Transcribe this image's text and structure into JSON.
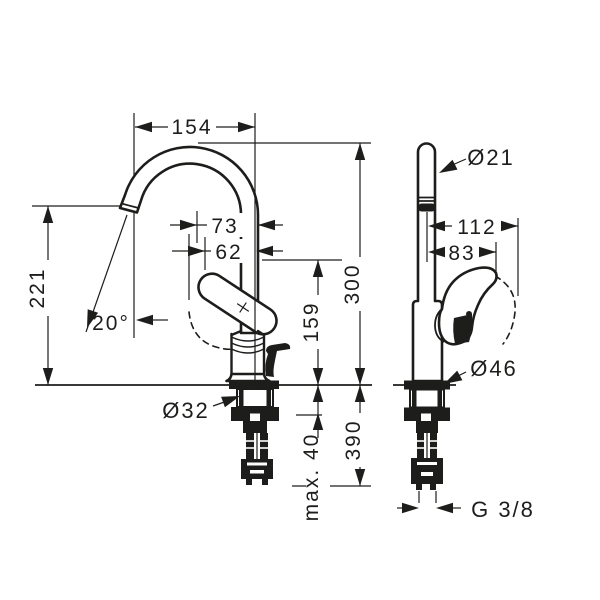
{
  "meta": {
    "drawing_type": "technical line drawing",
    "subject": "single-lever basin mixer faucet with swivel spout, front and side views with dimensions in mm"
  },
  "colors": {
    "ink": "#1d1d1b",
    "paper": "#ffffff"
  },
  "front_view": {
    "dims": {
      "spout_reach": "154",
      "tip_offset_outer": "73",
      "tip_offset_inner": "62",
      "spout_tip_height": "221",
      "swivel_angle": "20°",
      "outlet_height": "159",
      "overall_height": "300",
      "tap_hole_diameter": "Ø32",
      "height_below_top": "390",
      "max_counter_thickness": "max. 40"
    }
  },
  "side_view": {
    "dims": {
      "spout_tube_diameter": "Ø21",
      "lever_reach_open": "112",
      "lever_reach": "83",
      "base_diameter": "Ø46",
      "supply_connection": "G 3/8"
    }
  }
}
